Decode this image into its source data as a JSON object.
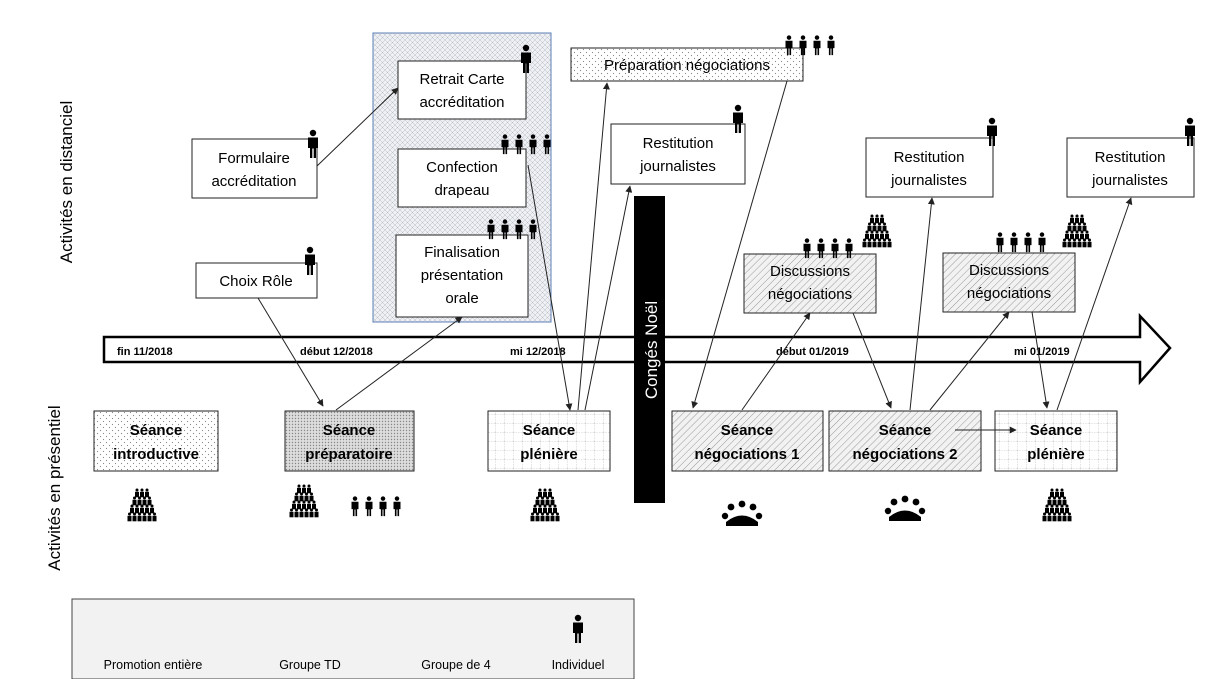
{
  "axis_labels": {
    "distanciel": "Activités en distanciel",
    "presentiel": "Activités en présentiel"
  },
  "timeline": {
    "dates": [
      "fin 11/2018",
      "début 12/2018",
      "mi 12/2018",
      "début 01/2019",
      "mi 01/2019"
    ],
    "conges": "Congés Noël"
  },
  "distanciel": {
    "formulaire": [
      "Formulaire",
      "accréditation"
    ],
    "retrait": [
      "Retrait Carte",
      "accréditation"
    ],
    "confection": [
      "Confection",
      "drapeau"
    ],
    "finalisation": [
      "Finalisation",
      "présentation",
      "orale"
    ],
    "choix": [
      "Choix Rôle"
    ],
    "preparation": [
      "Préparation négociations"
    ],
    "restitution1": [
      "Restitution",
      "journalistes"
    ],
    "restitution2": [
      "Restitution",
      "journalistes"
    ],
    "restitution3": [
      "Restitution",
      "journalistes"
    ],
    "discussions1": [
      "Discussions",
      "négociations"
    ],
    "discussions2": [
      "Discussions",
      "négociations"
    ]
  },
  "presentiel": {
    "seance1": [
      "Séance",
      "introductive"
    ],
    "seance2": [
      "Séance",
      "préparatoire"
    ],
    "seance3": [
      "Séance",
      "plénière"
    ],
    "seance4": [
      "Séance",
      "négociations 1"
    ],
    "seance5": [
      "Séance",
      "négociations 2"
    ],
    "seance6": [
      "Séance",
      "plénière"
    ]
  },
  "legend": {
    "promotion": "Promotion entière",
    "groupe_td": "Groupe TD",
    "groupe4": "Groupe de 4",
    "individuel": "Individuel"
  },
  "icons": {
    "individual": "person-icon",
    "group4": "group-of-four-icon",
    "promotion": "whole-class-icon",
    "td": "td-group-icon"
  }
}
